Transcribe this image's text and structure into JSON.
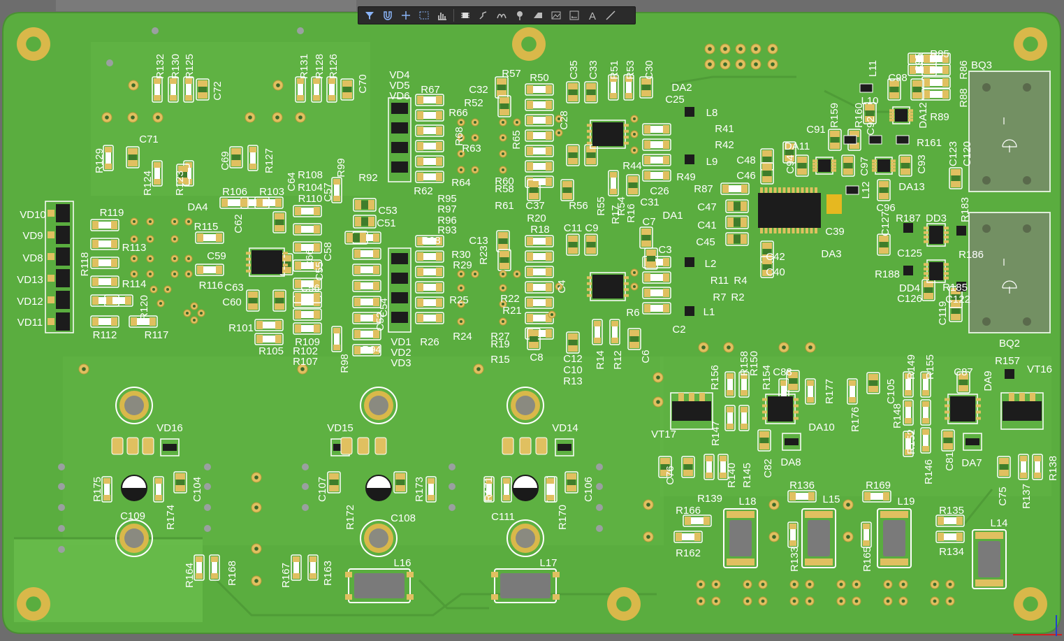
{
  "colors": {
    "board": "#5aad3f",
    "copper": "#6cc24a",
    "silk": "#ffffff",
    "pad": "#e0c060",
    "chip": "#1c1c1c",
    "holeRing": "#d9b84a",
    "frame": "#6d6d6d"
  },
  "toolbar": {
    "icons": [
      "filter-icon",
      "magnet-icon",
      "cross-add-icon",
      "select-rect-icon",
      "chart-bar-icon",
      "component-icon",
      "route-icon",
      "arc-icon",
      "pin-icon",
      "fill-icon",
      "image-icon",
      "dimension-icon",
      "text-icon",
      "line-icon"
    ]
  },
  "labels": [
    {
      "id": "R132",
      "t": "R132"
    },
    {
      "id": "R130",
      "t": "R130"
    },
    {
      "id": "R125",
      "t": "R125"
    },
    {
      "id": "C72",
      "t": "C72"
    },
    {
      "id": "R131",
      "t": "R131"
    },
    {
      "id": "R128",
      "t": "R128"
    },
    {
      "id": "R126",
      "t": "R126"
    },
    {
      "id": "C70",
      "t": "C70"
    },
    {
      "id": "C71",
      "t": "C71"
    },
    {
      "id": "R129",
      "t": "R129"
    },
    {
      "id": "R124",
      "t": "R124"
    },
    {
      "id": "R123",
      "t": "R123"
    },
    {
      "id": "C69",
      "t": "C69"
    },
    {
      "id": "R127",
      "t": "R127"
    },
    {
      "id": "VD4",
      "t": "VD4"
    },
    {
      "id": "VD5",
      "t": "VD5"
    },
    {
      "id": "VD6",
      "t": "VD6"
    },
    {
      "id": "R67",
      "t": "R67"
    },
    {
      "id": "R66",
      "t": "R66"
    },
    {
      "id": "R68",
      "t": "R68"
    },
    {
      "id": "R63",
      "t": "R63"
    },
    {
      "id": "R64",
      "t": "R64"
    },
    {
      "id": "R62",
      "t": "R62"
    },
    {
      "id": "R57",
      "t": "R57"
    },
    {
      "id": "R50",
      "t": "R50"
    },
    {
      "id": "C35",
      "t": "C35"
    },
    {
      "id": "C33",
      "t": "C33"
    },
    {
      "id": "R51",
      "t": "R51"
    },
    {
      "id": "R53",
      "t": "R53"
    },
    {
      "id": "C30",
      "t": "C30"
    },
    {
      "id": "C32",
      "t": "C32"
    },
    {
      "id": "R52",
      "t": "R52"
    },
    {
      "id": "DA2",
      "t": "DA2"
    },
    {
      "id": "C25",
      "t": "C25"
    },
    {
      "id": "L8",
      "t": "L8"
    },
    {
      "id": "R41",
      "t": "R41"
    },
    {
      "id": "R42",
      "t": "R42"
    },
    {
      "id": "L9",
      "t": "L9"
    },
    {
      "id": "R44",
      "t": "R44"
    },
    {
      "id": "R49",
      "t": "R49"
    },
    {
      "id": "C26",
      "t": "C26"
    },
    {
      "id": "C31",
      "t": "C31"
    },
    {
      "id": "R65",
      "t": "R65"
    },
    {
      "id": "C28",
      "t": "C28"
    },
    {
      "id": "R60",
      "t": "R60"
    },
    {
      "id": "R58",
      "t": "R58"
    },
    {
      "id": "R61",
      "t": "R61"
    },
    {
      "id": "C37",
      "t": "C37"
    },
    {
      "id": "R56",
      "t": "R56"
    },
    {
      "id": "R55",
      "t": "R55"
    },
    {
      "id": "R54",
      "t": "R54"
    },
    {
      "id": "R16",
      "t": "R16"
    },
    {
      "id": "DA1",
      "t": "DA1"
    },
    {
      "id": "C7",
      "t": "C7"
    },
    {
      "id": "VD10",
      "t": "VD10"
    },
    {
      "id": "VD9",
      "t": "VD9"
    },
    {
      "id": "VD8",
      "t": "VD8"
    },
    {
      "id": "VD13",
      "t": "VD13"
    },
    {
      "id": "VD12",
      "t": "VD12"
    },
    {
      "id": "VD11",
      "t": "VD11"
    },
    {
      "id": "R119",
      "t": "R119"
    },
    {
      "id": "R118",
      "t": "R118"
    },
    {
      "id": "R113",
      "t": "R113"
    },
    {
      "id": "R114",
      "t": "R114"
    },
    {
      "id": "R120",
      "t": "R120"
    },
    {
      "id": "R112",
      "t": "R112"
    },
    {
      "id": "R117",
      "t": "R117"
    },
    {
      "id": "DA4",
      "t": "DA4"
    },
    {
      "id": "R115",
      "t": "R115"
    },
    {
      "id": "R106",
      "t": "R106"
    },
    {
      "id": "R103",
      "t": "R103"
    },
    {
      "id": "C62",
      "t": "C62"
    },
    {
      "id": "C64",
      "t": "C64"
    },
    {
      "id": "R108",
      "t": "R108"
    },
    {
      "id": "R104",
      "t": "R104"
    },
    {
      "id": "R110",
      "t": "R110"
    },
    {
      "id": "R99",
      "t": "R99"
    },
    {
      "id": "R92",
      "t": "R92"
    },
    {
      "id": "C59",
      "t": "C59"
    },
    {
      "id": "R116",
      "t": "R116"
    },
    {
      "id": "C63",
      "t": "C63"
    },
    {
      "id": "C60",
      "t": "C60"
    },
    {
      "id": "R101",
      "t": "R101"
    },
    {
      "id": "R105",
      "t": "R105"
    },
    {
      "id": "R109",
      "t": "R109"
    },
    {
      "id": "R102",
      "t": "R102"
    },
    {
      "id": "R107",
      "t": "R107"
    },
    {
      "id": "R98",
      "t": "R98"
    },
    {
      "id": "R94",
      "t": "R94"
    },
    {
      "id": "C53",
      "t": "C53"
    },
    {
      "id": "C51",
      "t": "C51"
    },
    {
      "id": "C57",
      "t": "C57"
    },
    {
      "id": "C66",
      "t": "C66"
    },
    {
      "id": "C55",
      "t": "C55"
    },
    {
      "id": "C58",
      "t": "C58"
    },
    {
      "id": "C56",
      "t": "C56"
    },
    {
      "id": "C52",
      "t": "C52"
    },
    {
      "id": "C54",
      "t": "C54"
    },
    {
      "id": "R95",
      "t": "R95"
    },
    {
      "id": "R97",
      "t": "R97"
    },
    {
      "id": "R96",
      "t": "R96"
    },
    {
      "id": "R93",
      "t": "R93"
    },
    {
      "id": "R28",
      "t": "R28"
    },
    {
      "id": "R30",
      "t": "R30"
    },
    {
      "id": "R29",
      "t": "R29"
    },
    {
      "id": "R25",
      "t": "R25"
    },
    {
      "id": "R24",
      "t": "R24"
    },
    {
      "id": "R26",
      "t": "R26"
    },
    {
      "id": "VD1",
      "t": "VD1"
    },
    {
      "id": "VD2",
      "t": "VD2"
    },
    {
      "id": "VD3",
      "t": "VD3"
    },
    {
      "id": "R20",
      "t": "R20"
    },
    {
      "id": "R18",
      "t": "R18"
    },
    {
      "id": "C13",
      "t": "C13"
    },
    {
      "id": "R23",
      "t": "R23"
    },
    {
      "id": "R22",
      "t": "R22"
    },
    {
      "id": "R21",
      "t": "R21"
    },
    {
      "id": "R27",
      "t": "R27"
    },
    {
      "id": "R19",
      "t": "R19"
    },
    {
      "id": "R15",
      "t": "R15"
    },
    {
      "id": "C8",
      "t": "C8"
    },
    {
      "id": "C11",
      "t": "C11"
    },
    {
      "id": "C9",
      "t": "C9"
    },
    {
      "id": "R17",
      "t": "R17"
    },
    {
      "id": "C4",
      "t": "C4"
    },
    {
      "id": "C3",
      "t": "C3"
    },
    {
      "id": "L2",
      "t": "L2"
    },
    {
      "id": "R11",
      "t": "R11"
    },
    {
      "id": "R4",
      "t": "R4"
    },
    {
      "id": "R7",
      "t": "R7"
    },
    {
      "id": "R2",
      "t": "R2"
    },
    {
      "id": "L1",
      "t": "L1"
    },
    {
      "id": "R6",
      "t": "R6"
    },
    {
      "id": "C2",
      "t": "C2"
    },
    {
      "id": "C12",
      "t": "C12"
    },
    {
      "id": "C10",
      "t": "C10"
    },
    {
      "id": "R13",
      "t": "R13"
    },
    {
      "id": "R14",
      "t": "R14"
    },
    {
      "id": "R12",
      "t": "R12"
    },
    {
      "id": "C6",
      "t": "C6"
    },
    {
      "id": "C48",
      "t": "C48"
    },
    {
      "id": "C46",
      "t": "C46"
    },
    {
      "id": "R87",
      "t": "R87"
    },
    {
      "id": "C47",
      "t": "C47"
    },
    {
      "id": "C41",
      "t": "C41"
    },
    {
      "id": "C45",
      "t": "C45"
    },
    {
      "id": "C42",
      "t": "C42"
    },
    {
      "id": "C40",
      "t": "C40"
    },
    {
      "id": "C39",
      "t": "C39"
    },
    {
      "id": "DA3",
      "t": "DA3"
    },
    {
      "id": "DA11",
      "t": "DA11"
    },
    {
      "id": "C94",
      "t": "C94"
    },
    {
      "id": "C91",
      "t": "C91"
    },
    {
      "id": "R159",
      "t": "R159"
    },
    {
      "id": "R160",
      "t": "R160"
    },
    {
      "id": "C92",
      "t": "C92"
    },
    {
      "id": "R161",
      "t": "R161"
    },
    {
      "id": "C97",
      "t": "C97"
    },
    {
      "id": "L12",
      "t": "L12"
    },
    {
      "id": "C96",
      "t": "C96"
    },
    {
      "id": "DA13",
      "t": "DA13"
    },
    {
      "id": "C93",
      "t": "C93"
    },
    {
      "id": "L11",
      "t": "L11"
    },
    {
      "id": "C98",
      "t": "C98"
    },
    {
      "id": "L10",
      "t": "L10"
    },
    {
      "id": "C95",
      "t": "C95"
    },
    {
      "id": "DA12",
      "t": "DA12"
    },
    {
      "id": "R85",
      "t": "R85"
    },
    {
      "id": "R86",
      "t": "R86"
    },
    {
      "id": "R88",
      "t": "R88"
    },
    {
      "id": "R89",
      "t": "R89"
    },
    {
      "id": "BQ3",
      "t": "BQ3"
    },
    {
      "id": "C123",
      "t": "C123"
    },
    {
      "id": "C120",
      "t": "C120"
    },
    {
      "id": "C127",
      "t": "C127"
    },
    {
      "id": "R187",
      "t": "R187"
    },
    {
      "id": "DD3",
      "t": "DD3"
    },
    {
      "id": "R183",
      "t": "R183"
    },
    {
      "id": "C125",
      "t": "C125"
    },
    {
      "id": "R186",
      "t": "R186"
    },
    {
      "id": "R188",
      "t": "R188"
    },
    {
      "id": "R185",
      "t": "R185"
    },
    {
      "id": "DD4",
      "t": "DD4"
    },
    {
      "id": "C126",
      "t": "C126"
    },
    {
      "id": "C119",
      "t": "C119"
    },
    {
      "id": "C122",
      "t": "C122"
    },
    {
      "id": "BQ2",
      "t": "BQ2"
    },
    {
      "id": "R156",
      "t": "R156"
    },
    {
      "id": "R158",
      "t": "R158"
    },
    {
      "id": "R150",
      "t": "R150"
    },
    {
      "id": "R154",
      "t": "R154"
    },
    {
      "id": "C88",
      "t": "C88"
    },
    {
      "id": "DA10",
      "t": "DA10"
    },
    {
      "id": "R147",
      "t": "R147"
    },
    {
      "id": "VT17",
      "t": "VT17"
    },
    {
      "id": "R145",
      "t": "R145"
    },
    {
      "id": "C82",
      "t": "C82"
    },
    {
      "id": "DA8",
      "t": "DA8"
    },
    {
      "id": "R177",
      "t": "R177"
    },
    {
      "id": "R176",
      "t": "R176"
    },
    {
      "id": "C105",
      "t": "C105"
    },
    {
      "id": "R149",
      "t": "R149"
    },
    {
      "id": "R155",
      "t": "R155"
    },
    {
      "id": "C87",
      "t": "C87"
    },
    {
      "id": "DA9",
      "t": "DA9"
    },
    {
      "id": "R157",
      "t": "R157"
    },
    {
      "id": "VT16",
      "t": "VT16"
    },
    {
      "id": "R148",
      "t": "R148"
    },
    {
      "id": "R152",
      "t": "R152"
    },
    {
      "id": "R146",
      "t": "R146"
    },
    {
      "id": "C81",
      "t": "C81"
    },
    {
      "id": "DA7",
      "t": "DA7"
    },
    {
      "id": "C76",
      "t": "C76"
    },
    {
      "id": "R140",
      "t": "R140"
    },
    {
      "id": "R139",
      "t": "R139"
    },
    {
      "id": "C75",
      "t": "C75"
    },
    {
      "id": "R137",
      "t": "R137"
    },
    {
      "id": "R138",
      "t": "R138"
    },
    {
      "id": "R136",
      "t": "R136"
    },
    {
      "id": "R169",
      "t": "R169"
    },
    {
      "id": "L18",
      "t": "L18"
    },
    {
      "id": "L15",
      "t": "L15"
    },
    {
      "id": "L19",
      "t": "L19"
    },
    {
      "id": "R135",
      "t": "R135"
    },
    {
      "id": "L14",
      "t": "L14"
    },
    {
      "id": "R166",
      "t": "R166"
    },
    {
      "id": "R162",
      "t": "R162"
    },
    {
      "id": "R133",
      "t": "R133"
    },
    {
      "id": "R165",
      "t": "R165"
    },
    {
      "id": "R134",
      "t": "R134"
    },
    {
      "id": "VD16",
      "t": "VD16"
    },
    {
      "id": "VD15",
      "t": "VD15"
    },
    {
      "id": "VD14",
      "t": "VD14"
    },
    {
      "id": "R175",
      "t": "R175"
    },
    {
      "id": "C109",
      "t": "C109"
    },
    {
      "id": "R174",
      "t": "R174"
    },
    {
      "id": "C104",
      "t": "C104"
    },
    {
      "id": "C107",
      "t": "C107"
    },
    {
      "id": "R172",
      "t": "R172"
    },
    {
      "id": "C108",
      "t": "C108"
    },
    {
      "id": "R173",
      "t": "R173"
    },
    {
      "id": "R171",
      "t": "R171"
    },
    {
      "id": "C111",
      "t": "C111"
    },
    {
      "id": "R170",
      "t": "R170"
    },
    {
      "id": "C106",
      "t": "C106"
    },
    {
      "id": "R164",
      "t": "R164"
    },
    {
      "id": "R168",
      "t": "R168"
    },
    {
      "id": "R167",
      "t": "R167"
    },
    {
      "id": "R163",
      "t": "R163"
    },
    {
      "id": "L16",
      "t": "L16"
    },
    {
      "id": "L17",
      "t": "L17"
    }
  ]
}
